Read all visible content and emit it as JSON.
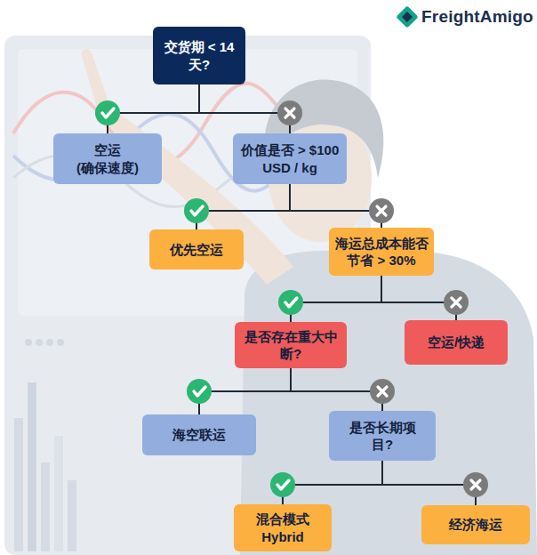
{
  "diagram": {
    "nodes": [
      {
        "text": [
          "交货期 < 14 天?"
        ]
      },
      {
        "text": [
          "空运 (确保速度)"
        ]
      },
      {
        "text": [
          "价值是否 > $100 USD / kg"
        ]
      },
      {
        "text": [
          "优先空运"
        ]
      },
      {
        "text": [
          "海运总成本能否 节省 > 30%"
        ]
      },
      {
        "text": [
          "是否存在重大中 断?"
        ]
      },
      {
        "text": [
          "空运/快递"
        ]
      },
      {
        "text": [
          "海空联运"
        ]
      },
      {
        "text": [
          "是否长期项 目?"
        ]
      },
      {
        "text": [
          "混合模式 Hybrid"
        ]
      },
      {
        "text": [
          "经济海运"
        ]
      }
    ],
    "edges": [
      {
        "from": 0,
        "to": 1,
        "arrow": "none"
      },
      {
        "from": 0,
        "to": 2,
        "arrow": "none"
      },
      {
        "from": 2,
        "to": 3,
        "arrow": "none"
      },
      {
        "from": 2,
        "to": 4,
        "arrow": "none"
      },
      {
        "from": 4,
        "to": 5,
        "arrow": "none"
      },
      {
        "from": 4,
        "to": 6,
        "arrow": "none"
      },
      {
        "from": 5,
        "to": 7,
        "arrow": "none"
      },
      {
        "from": 5,
        "to": 8,
        "arrow": "none"
      },
      {
        "from": 8,
        "to": 9,
        "arrow": "none"
      },
      {
        "from": 8,
        "to": 10,
        "arrow": "none"
      }
    ],
    "labels": [
      "FreightAmigo"
    ]
  }
}
